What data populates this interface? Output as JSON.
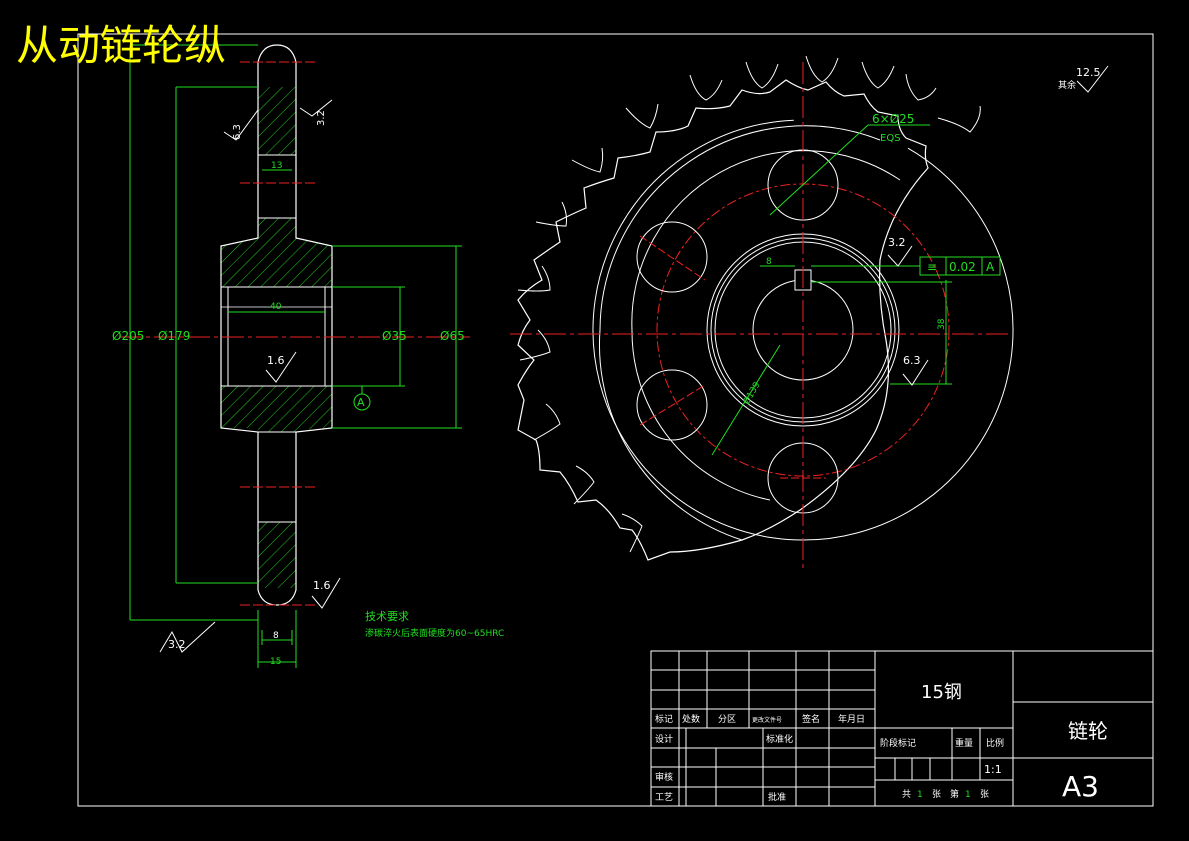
{
  "title": "从动链轮纵",
  "side_view": {
    "dim_outer": "Ø205",
    "dim_pitch": "Ø179",
    "dim_bore": "Ø35",
    "dim_hub": "Ø65",
    "dim_hub_len": "40",
    "dim_tooth_w": "13",
    "dim_8": "8",
    "dim_15": "15",
    "rough_63": "6.3",
    "rough_32_top": "3.2",
    "rough_16_bore": "1.6",
    "rough_16_bottom": "1.6",
    "rough_32_bottom": "3.2",
    "datum": "A"
  },
  "front_view": {
    "holes": "6×Ø25",
    "holes_eqs": "EQS",
    "pcd": "Ø139",
    "rough_32": "3.2",
    "rough_63": "6.3",
    "tol_symbol": "≡",
    "tol_value": "0.02",
    "tol_datum": "A",
    "key_dim": "8",
    "key_height": "38"
  },
  "roughness_general": {
    "value": "12.5",
    "label": "其余"
  },
  "tech_req": {
    "heading": "技术要求",
    "line1": "渗碳淬火后表面硬度为60~65HRC"
  },
  "title_block": {
    "material": "15钢",
    "part_name": "链轮",
    "sheet_size": "A3",
    "scale": "1:1",
    "h_biaoji": "标记",
    "h_chushu": "处数",
    "h_fenqu": "分区",
    "h_gengai": "更改文件号",
    "h_qianming": "签名",
    "h_nianyueri": "年月日",
    "sheji": "设计",
    "biaozhunhua": "标准化",
    "jieduan": "阶段标记",
    "zhongliang": "重量",
    "bili": "比例",
    "shenhe": "审核",
    "gongyi": "工艺",
    "pizhun": "批准",
    "gong": "共",
    "gong_n": "1",
    "zhang1": "张",
    "di": "第",
    "di_n": "1",
    "zhang2": "张"
  }
}
